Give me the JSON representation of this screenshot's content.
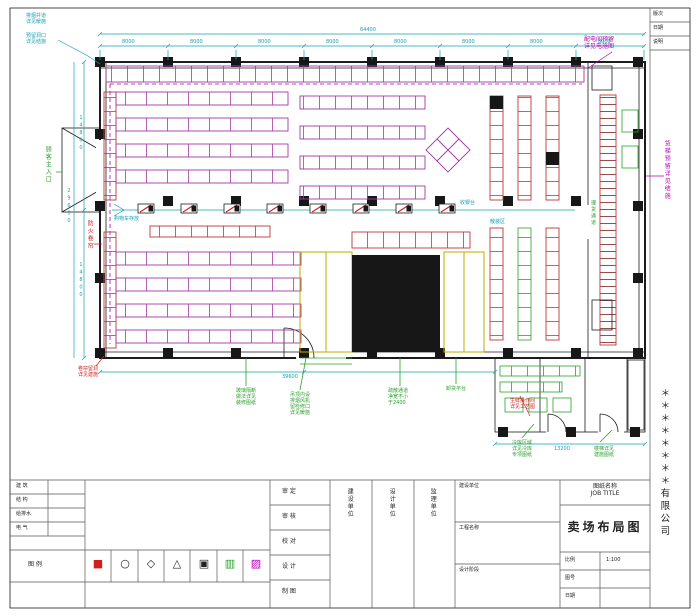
{
  "sheet": {
    "company": "＊＊＊＊＊＊＊＊有限公司",
    "rev": [
      "版次",
      "日期",
      "说明"
    ]
  },
  "titleblock": {
    "legend_title": "图 例",
    "legend": [
      {
        "glyph": "■",
        "color": "#cf2020"
      },
      {
        "glyph": "○",
        "color": "#222222"
      },
      {
        "glyph": "◇",
        "color": "#222222"
      },
      {
        "glyph": "△",
        "color": "#222222"
      },
      {
        "glyph": "▣",
        "color": "#222222"
      },
      {
        "glyph": "▥",
        "color": "#2ca02c"
      },
      {
        "glyph": "▨",
        "color": "#b400b4"
      }
    ],
    "sign": [
      "建 筑",
      "结 构",
      "给排水",
      "电 气"
    ],
    "roles": [
      "审 定",
      "审 核",
      "校 对",
      "设 计",
      "制 图"
    ],
    "units": [
      "建设单位",
      "设计单位",
      "监理单位"
    ],
    "fields": [
      "建设单位",
      "工程名称",
      "设计阶段"
    ],
    "name_label": "图纸名称\nJOB TITLE",
    "title": "卖场布局图",
    "scale_label": "比例",
    "scale_value": "1:100",
    "no_label": "图号",
    "date_label": "日期"
  },
  "annotations": {
    "top_left_a": "排烟井道\n详见暖施",
    "top_left_b": "预留洞口\n详见结施",
    "top_right": "配电间预留\n详见电施图",
    "right_strip": "货梯预留详见结施",
    "left_red": "防火卷帘",
    "left_green": "顾客主入口",
    "bottom_left": "卷帘留洞\n详见建施",
    "g1": "玻璃隔断\n做法详见\n装修图纸",
    "g2": "吊顶内设\n排烟风机\n留检修口\n详见暖施",
    "g3": "疏散通道\n净宽不小\n于2400",
    "g4": "卸货平台",
    "r1": "生鲜操作间\n详见工艺图",
    "g5": "冷库区域\n详见冷库\n专项图纸",
    "g6": "楼梯详见\n建施图纸",
    "checkout": "收银台",
    "carts": "购物车存放",
    "bulk": "散装区",
    "aisle": "理货通道"
  },
  "dims": {
    "bay": "8000",
    "total_top": "64400",
    "side_a": "14800",
    "side_b": "14800",
    "side_total": "29600",
    "bottom_main": "39600",
    "bottom_annex": "13200"
  }
}
